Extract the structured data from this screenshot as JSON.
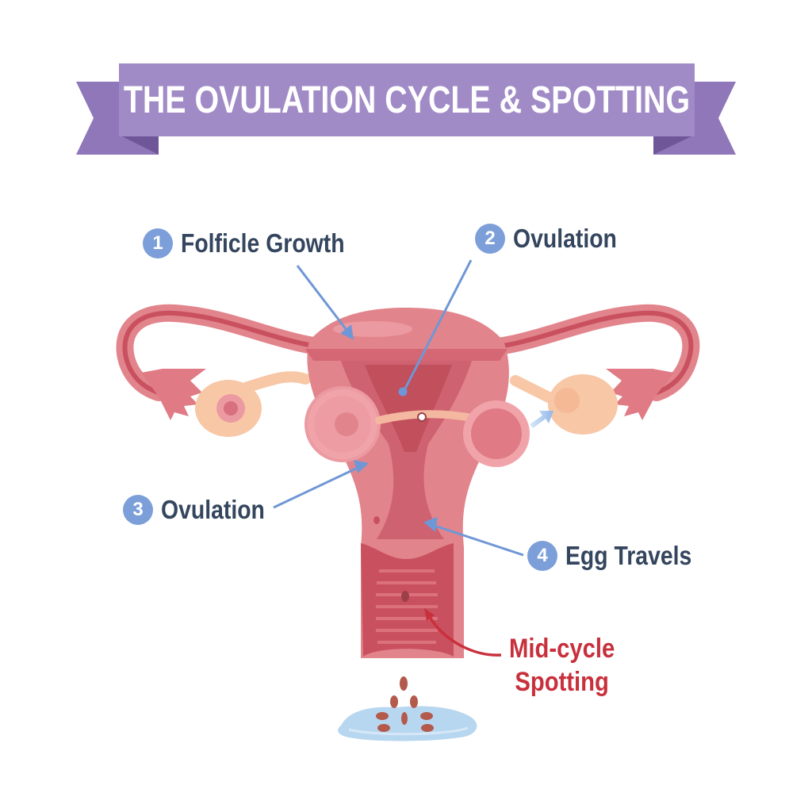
{
  "title": {
    "text": "THE OVULATION CYCLE & SPOTTING",
    "color": "#a18bc6",
    "fold_color": "#7b63a8",
    "tail_color": "#8f77b9"
  },
  "labels": [
    {
      "number": "1",
      "text": "Folficle Growth"
    },
    {
      "number": "2",
      "text": "Ovulation"
    },
    {
      "number": "3",
      "text": "Ovulation"
    },
    {
      "number": "4",
      "text": "Egg Travels"
    }
  ],
  "spotting_label": {
    "line1": "Mid-cycle",
    "line2": "Spotting",
    "color": "#c8303c"
  },
  "colors": {
    "badge": "#7c9fd9",
    "label_text": "#34455e",
    "leader_line": "#6f97d6",
    "uterus": "#e2848c",
    "uterus_dark": "#c9505f",
    "uterus_light": "#f0a4aa",
    "ovary": "#f7c7a6",
    "puddle": "#b7d6f0",
    "spots": "#b35a4c"
  }
}
